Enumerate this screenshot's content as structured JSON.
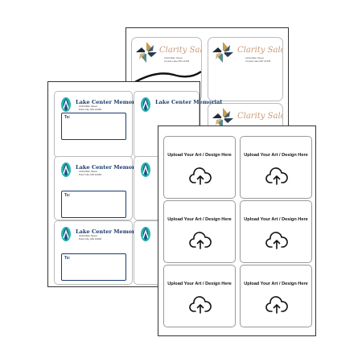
{
  "salon_sheet": {
    "name": "Clarity Salon + Spa",
    "address": "1234 Main Street\nCrystal Lake MN 12345"
  },
  "hospital_sheet": {
    "name": "Lake Center Memorial",
    "address": "1234 Main Street\nPoint City, MN 12345",
    "to_label": "To:"
  },
  "upload_sheet": {
    "label_text": "Upload Your Art / Design Here",
    "icon": "cloud-upload-icon"
  }
}
